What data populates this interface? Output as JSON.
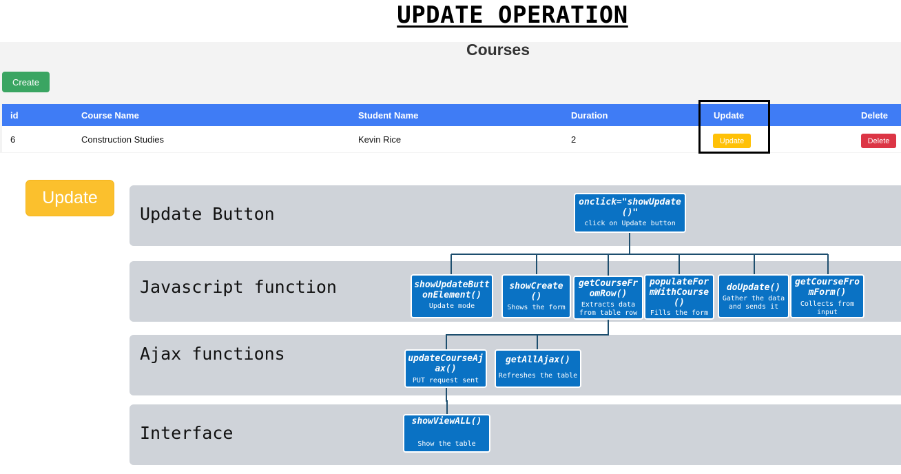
{
  "title": "UPDATE OPERATION",
  "courses": {
    "heading": "Courses",
    "create_label": "Create",
    "columns": [
      "id",
      "Course Name",
      "Student Name",
      "Duration",
      "Update",
      "Delete"
    ],
    "row": {
      "id": "6",
      "course_name": "Construction Studies",
      "student_name": "Kevin Rice",
      "duration": "2",
      "update_label": "Update",
      "delete_label": "Delete"
    }
  },
  "big_button_label": "Update",
  "lanes": [
    {
      "label": "Update Button"
    },
    {
      "label": "Javascript function"
    },
    {
      "label": "Ajax functions"
    },
    {
      "label": "Interface"
    }
  ],
  "nodes": {
    "onclick": {
      "fn": "onclick=\"showUpdate()\"",
      "desc": "click on Update button"
    },
    "showUpdateButtonElement": {
      "fn": "showUpdateButtonElement()",
      "desc": "Update mode"
    },
    "showCreate": {
      "fn": "showCreate()",
      "desc": "Shows the form"
    },
    "getCourseFromRow": {
      "fn": "getCourseFromRow()",
      "desc": "Extracts data from table row"
    },
    "populateFormWithCourse": {
      "fn": "populateFormWithCourse()",
      "desc": "Fills the form"
    },
    "doUpdate": {
      "fn": "doUpdate()",
      "desc": "Gather the data and sends it"
    },
    "getCourseFromForm": {
      "fn": "getCourseFromForm()",
      "desc": "Collects from input"
    },
    "updateCourseAjax": {
      "fn": "updateCourseAjax()",
      "desc": "PUT request sent"
    },
    "getAllAjax": {
      "fn": "getAllAjax()",
      "desc": "Refreshes the table"
    },
    "showViewALL": {
      "fn": "showViewALL()",
      "desc": "Show the table"
    }
  },
  "colors": {
    "node_fill": "#0a72c4",
    "connector": "#1d4e6e",
    "lane_fill": "#cfd3d9",
    "table_header": "#3f7cf5",
    "create": "#3aa562",
    "update": "#ffc107",
    "delete": "#dc3545"
  }
}
